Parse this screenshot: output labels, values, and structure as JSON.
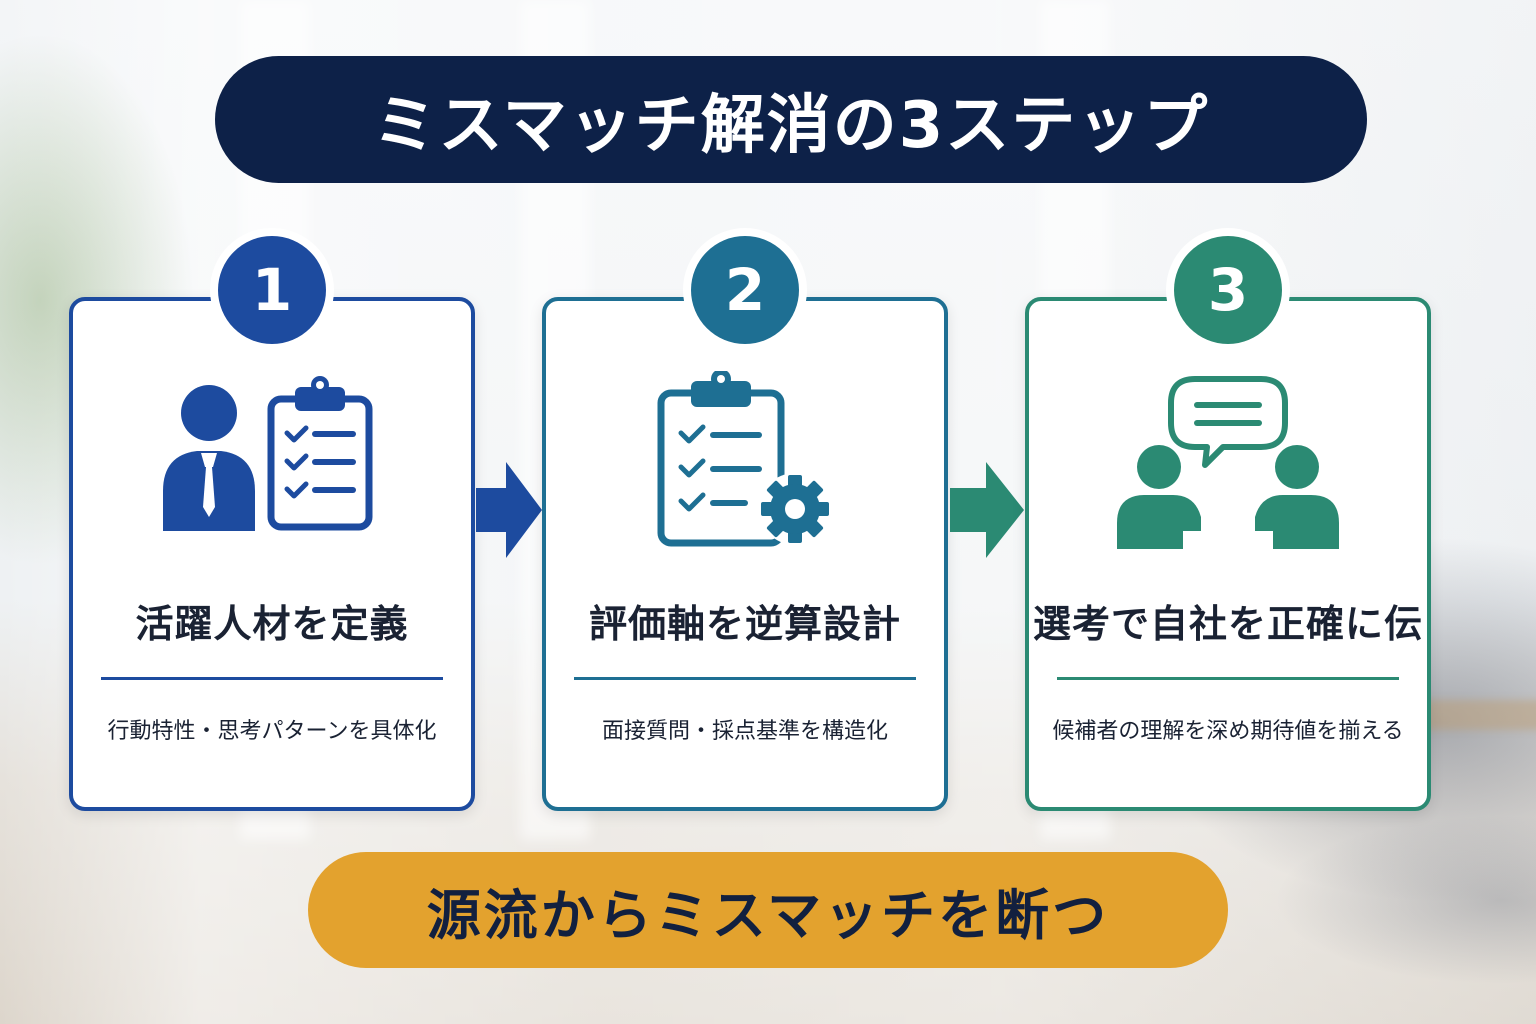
{
  "title": "ミスマッチ解消の3ステップ",
  "colors": {
    "navy": "#0d2148",
    "step1": "#1d4b9f",
    "step2": "#1e6f93",
    "step3": "#2b8a73",
    "accent": "#e3a22e"
  },
  "steps": [
    {
      "number": "1",
      "icon": "person-with-checklist-icon",
      "heading": "活躍人材を定義",
      "description": "行動特性・思考パターンを具体化"
    },
    {
      "number": "2",
      "icon": "checklist-gear-icon",
      "heading": "評価軸を逆算設計",
      "description": "面接質問・採点基準を構造化"
    },
    {
      "number": "3",
      "icon": "conversation-icon",
      "heading": "選考で自社を正確に伝",
      "description": "候補者の理解を深め期待値を揃える"
    }
  ],
  "conclusion": "源流からミスマッチを断つ"
}
